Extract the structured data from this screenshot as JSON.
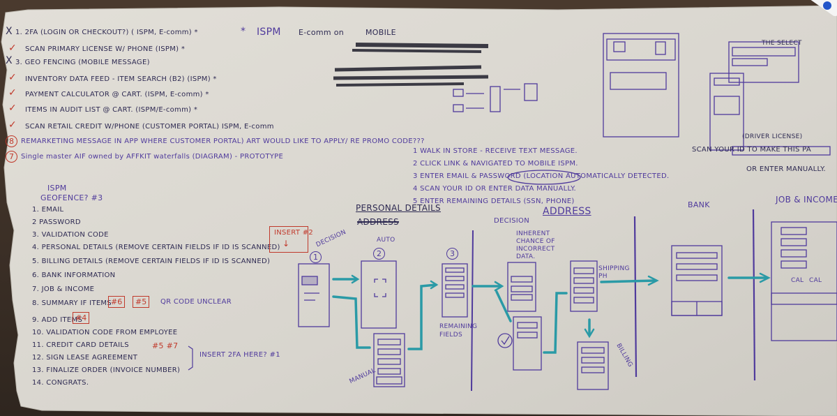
{
  "header": {
    "mark": "*",
    "title": "ISPM",
    "subtitle": "E-comm on",
    "mobile": "MOBILE"
  },
  "priorities": [
    {
      "status": "X",
      "text": "1. 2FA (LOGIN OR CHECKOUT?) ( ISPM, E-comm) *"
    },
    {
      "status": "✓",
      "text": "SCAN PRIMARY LICENSE W/ PHONE (ISPM) *"
    },
    {
      "status": "X",
      "text": "3. GEO FENCING (MOBILE MESSAGE)"
    },
    {
      "status": "✓",
      "text": "INVENTORY DATA FEED - ITEM SEARCH (B2) (ISPM) *"
    },
    {
      "status": "✓",
      "text": "PAYMENT CALCULATOR @ CART. (ISPM, E-comm) *"
    },
    {
      "status": "✓",
      "text": "ITEMS IN AUDIT LIST @ CART. (ISPM/E-comm) *"
    },
    {
      "status": "✓",
      "text": "SCAN RETAIL CREDIT W/PHONE (CUSTOMER PORTAL) ISPM, E-comm"
    },
    {
      "status": "8",
      "text": "REMARKETING MESSAGE IN APP WHERE CUSTOMER PORTAL) ART WOULD LIKE TO APPLY/ RE PROMO CODE???"
    },
    {
      "status": "7",
      "text": "Single master AIF owned by AFFKIT waterfalls (DIAGRAM) - PROTOTYPE"
    }
  ],
  "ispm_list": {
    "title": "ISPM",
    "question": "GEOFENCE? #3",
    "items": [
      "1. EMAIL",
      "2 PASSWORD",
      "3. VALIDATION CODE",
      "4. PERSONAL DETAILS (REMOVE CERTAIN FIELDS IF ID IS SCANNED)",
      "5. BILLING DETAILS (REMOVE CERTAIN FIELDS IF ID IS SCANNED)",
      "6. BANK INFORMATION",
      "7. JOB & INCOME",
      "8. SUMMARY IF ITEMS",
      "9. ADD ITEMS",
      "10. VALIDATION CODE FROM EMPLOYEE",
      "11. CREDIT CARD DETAILS",
      "12. SIGN LEASE AGREEMENT",
      "13. FINALIZE ORDER (INVOICE NUMBER)",
      "14. CONGRATS."
    ],
    "tags": {
      "item8a": "#6",
      "item8b": "#5",
      "item8_note": "QR CODE UNCLEAR",
      "item9": "#4",
      "item11": "#5 #7"
    },
    "insert2": "INSERT #2",
    "insert2fa": "INSERT 2FA HERE? #1"
  },
  "steps": [
    "1 WALK IN STORE - RECEIVE TEXT MESSAGE.",
    "2 CLICK LINK & NAVIGATED TO MOBILE ISPM.",
    "3 ENTER EMAIL & PASSWORD (LOCATION AUTOMATICALLY DETECTED.",
    "4 SCAN YOUR ID OR ENTER DATA MANUALLY.",
    "5 ENTER REMAINING DETAILS (SSN, PHONE)"
  ],
  "flow": {
    "personal": "PERSONAL DETAILS",
    "address_struck": "ADDRESS",
    "decision": "DECISION",
    "auto": "AUTO",
    "manual": "MANUAL",
    "remaining": "REMAINING FIELDS",
    "decision2": "DECISION",
    "address": "ADDRESS",
    "inherent": "INHERENT CHANCE OF INCORRECT DATA.",
    "shipping": "SHIPPING PH",
    "billing": "BILLING",
    "bank": "BANK",
    "job_income": "JOB & INCOME",
    "cal": "CAL",
    "cal2": "CAL"
  },
  "right_notes": {
    "scan_id": "SCAN YOUR ID TO MAKE THIS PA",
    "driver_license": "(DRIVER LICENSE)",
    "or_enter": "OR ENTER MANUALLY.",
    "the_select": "THE SELECT"
  },
  "colors": {
    "paper": "#d9d6cf",
    "ink_dark": "#2e2a52",
    "ink_purple": "#4f3a9c",
    "ink_red": "#c0392b",
    "teal": "#2a9aa6",
    "table": "#3b2f26"
  }
}
